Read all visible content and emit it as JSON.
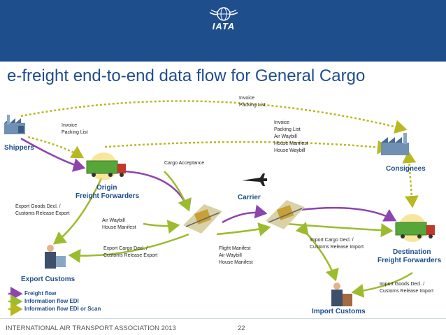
{
  "brand": "IATA",
  "title": "e-freight end-to-end data flow for General Cargo",
  "nodes": {
    "shippers": "Shippers",
    "origin_ff_1": "Origin",
    "origin_ff_2": "Freight Forwarders",
    "carrier": "Carrier",
    "consignees": "Consignees",
    "dest_ff_1": "Destination",
    "dest_ff_2": "Freight Forwarders",
    "export_customs": "Export Customs",
    "import_customs": "Import Customs"
  },
  "labels": {
    "top_docs": [
      "Invoice",
      "Packing List"
    ],
    "shipper_ff_docs": [
      "Invoice",
      "Packing List"
    ],
    "consignee_docs": [
      "Invoice",
      "Packing List",
      "Air Waybill",
      "House Manifest",
      "House Waybill"
    ],
    "cargo_acceptance": "Cargo Acceptance",
    "export_goods_decl": [
      "Export Goods Decl.  /",
      "Customs Release Export"
    ],
    "airwaybill_docs": [
      "Air Waybill",
      "House Manifest"
    ],
    "export_cargo_decl": [
      "Export Cargo Decl.  /",
      "Customs Release Export"
    ],
    "flight_manifest": [
      "Flight Manifest",
      "Air Waybill",
      "House Manifest"
    ],
    "import_cargo_decl": [
      "Import Cargo Decl.  /",
      "Customs Release Import"
    ],
    "import_goods_decl": [
      "Import Goods Decl.  /",
      "Customs Release Import"
    ]
  },
  "legend": {
    "freight": "Freight flow",
    "edi": "Information flow EDI",
    "edi_scan": "Information flow EDI or Scan"
  },
  "footer": "INTERNATIONAL AIR TRANSPORT ASSOCIATION 2013",
  "page_number": "22",
  "colors": {
    "banner": "#1f4e8c",
    "title": "#1f4e8c",
    "freight": "#8e44ad",
    "edi": "#9cbb2e",
    "edi_scan": "#b8b820"
  },
  "icons": [
    "globe-logo-icon",
    "factory-icon",
    "truck-icon",
    "airplane-icon",
    "warehouse-icon",
    "officer-icon"
  ]
}
